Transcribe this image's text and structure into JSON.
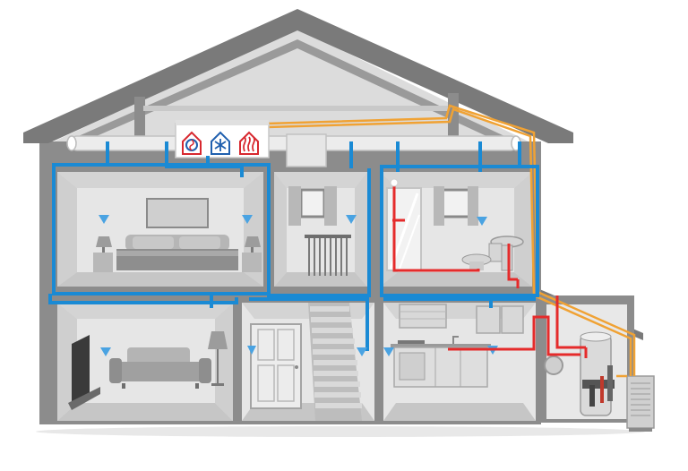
{
  "colors": {
    "roof": "#7a7a7a",
    "wall": "#8c8c8c",
    "room_light": "#e6e6e6",
    "room_mid": "#d6d6d6",
    "attic": "#dcdcdc",
    "duct_blue": "#1a8ad4",
    "heat_red": "#e52b2b",
    "pipe_orange": "#f0a234",
    "furniture": "#a9a9a9",
    "furniture_dark": "#6e6e6e",
    "icon_red": "#d7282f",
    "icon_blue": "#1f5fae"
  },
  "icons": {
    "ventilation": "fan-house-icon",
    "cooling": "snowflake-house-icon",
    "heating": "heat-waves-house-icon"
  },
  "rooms": {
    "upstairs": [
      "bedroom",
      "stairwell-landing",
      "bathroom"
    ],
    "downstairs": [
      "living-room",
      "hallway",
      "kitchen",
      "utility-room"
    ]
  }
}
